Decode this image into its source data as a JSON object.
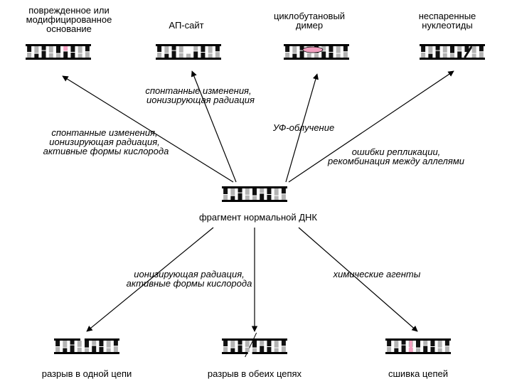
{
  "top_labels": {
    "damaged_base": [
      "поврежденное или",
      "модифицированное",
      "основание"
    ],
    "ap_site": [
      "АП-сайт"
    ],
    "cyclobutane_dimer": [
      "циклобутановый",
      "димер"
    ],
    "unpaired_nucleotides": [
      "неспаренные",
      "нуклеотиды"
    ]
  },
  "causes": {
    "spontaneous_ionizing": [
      "спонтанные изменения,",
      "ионизирующая радиация"
    ],
    "spontaneous_ionizing_ros": [
      "спонтанные изменения,",
      "ионизирующая радиация,",
      "активные формы кислорода"
    ],
    "uv": [
      "УФ-облучение"
    ],
    "replication_errors": [
      "ошибки репликации,",
      "рекомбинация между аллелями"
    ],
    "ionizing_ros": [
      "ионизирующая радиация,",
      "активные формы кислорода"
    ],
    "chemical_agents": [
      "химические агенты"
    ]
  },
  "center_label": "фрагмент нормальной ДНК",
  "bottom_labels": {
    "single_strand_break": "разрыв в одной цепи",
    "double_strand_break": "разрыв в обеих цепях",
    "crosslink": "сшивка цепей"
  },
  "colors": {
    "line": "#000000",
    "base_dark": "#111111",
    "base_light": "#b3b3b3",
    "lesion_pink": "#f2a0c0"
  }
}
